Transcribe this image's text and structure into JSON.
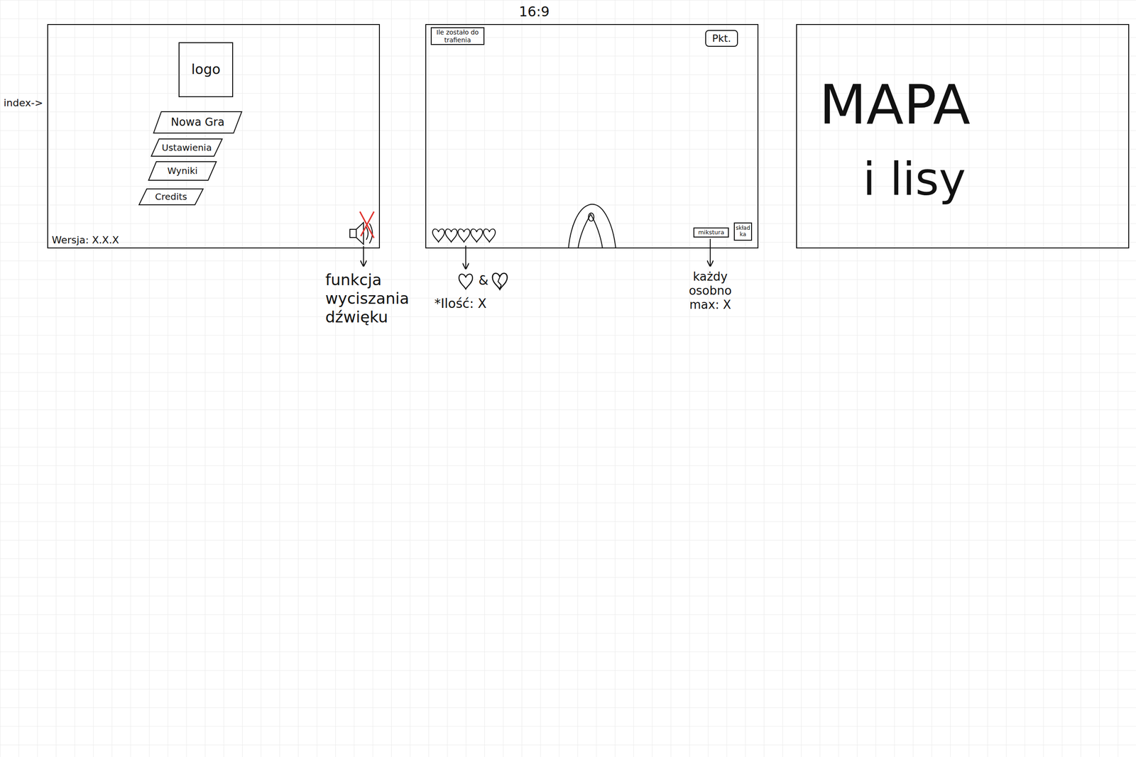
{
  "diagram": {
    "nodes": [
      {
        "text": [
          "Wersja: X.X.X"
        ]
      },
      {
        "text": [
          "logo"
        ],
        "in": 0
      },
      {
        "text": [
          "Nowa Gra"
        ],
        "in": 0
      },
      {
        "text": [
          "Ustawienia"
        ],
        "in": 0
      },
      {
        "text": [
          "Wyniki"
        ],
        "in": 0
      },
      {
        "text": [
          "Credits"
        ],
        "in": 0
      },
      {
        "text": [
          "16:9"
        ]
      },
      {
        "text": [
          "Ile zostało do trafienia"
        ],
        "in": 6
      },
      {
        "text": [
          "Pkt."
        ],
        "in": 6
      },
      {
        "text": [
          "mikstura"
        ],
        "in": 6
      },
      {
        "text": [
          "skład ka"
        ],
        "in": 6
      },
      {
        "text": [
          "MAPA",
          "i lisy"
        ]
      }
    ],
    "labels": [
      "index->",
      "funkcja wyciszania dźwięku",
      "&",
      "*Ilość: X",
      "każdy osobno max: X"
    ]
  }
}
